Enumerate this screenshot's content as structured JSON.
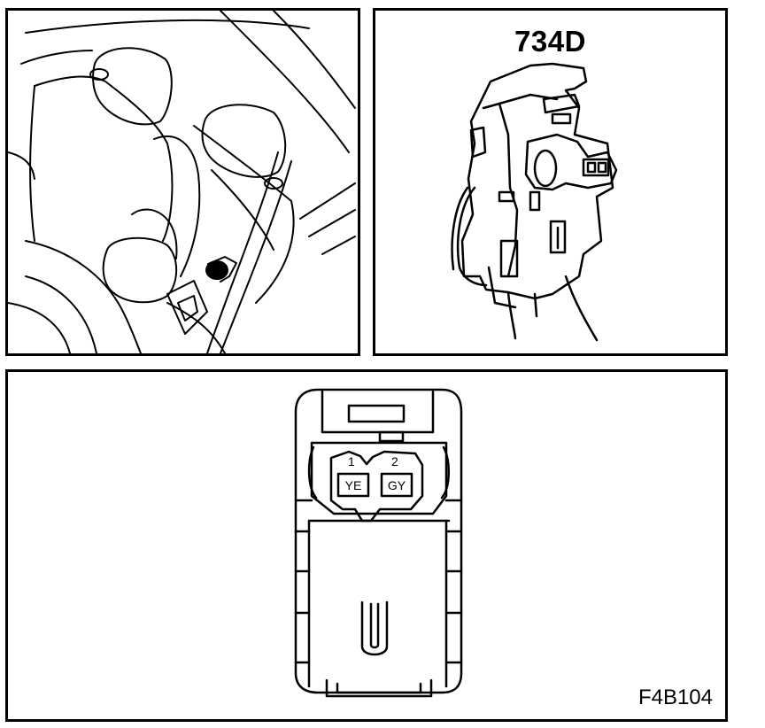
{
  "panels": {
    "location": {
      "description_label": ""
    },
    "component": {
      "connector_id": "734D"
    },
    "connector_face": {
      "pins": [
        {
          "number": "1",
          "wire_color": "YE"
        },
        {
          "number": "2",
          "wire_color": "GY"
        }
      ]
    }
  },
  "figure_code": "F4B104"
}
